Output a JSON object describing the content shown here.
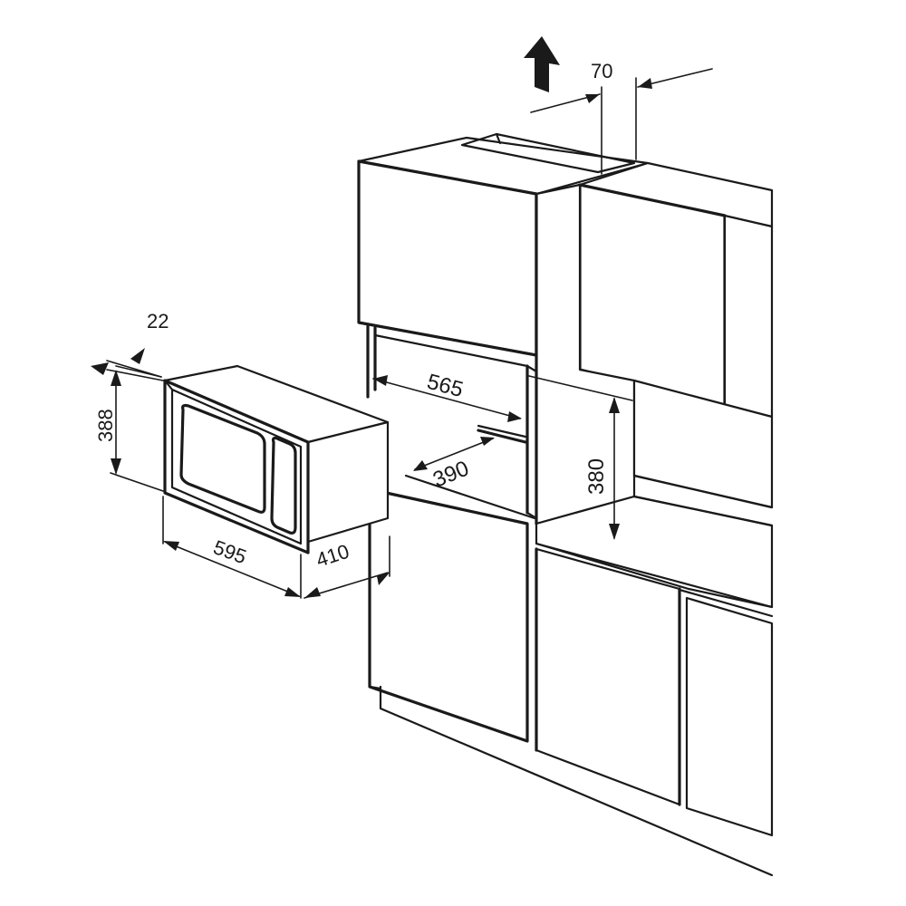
{
  "dimensions": {
    "depth_offset": "22",
    "appliance_height": "388",
    "appliance_width": "595",
    "appliance_depth": "410",
    "ventilation_gap": "70",
    "niche_width": "565",
    "niche_depth": "390",
    "niche_height": "380"
  },
  "icons": {
    "airflow": "up-arrow-icon"
  }
}
